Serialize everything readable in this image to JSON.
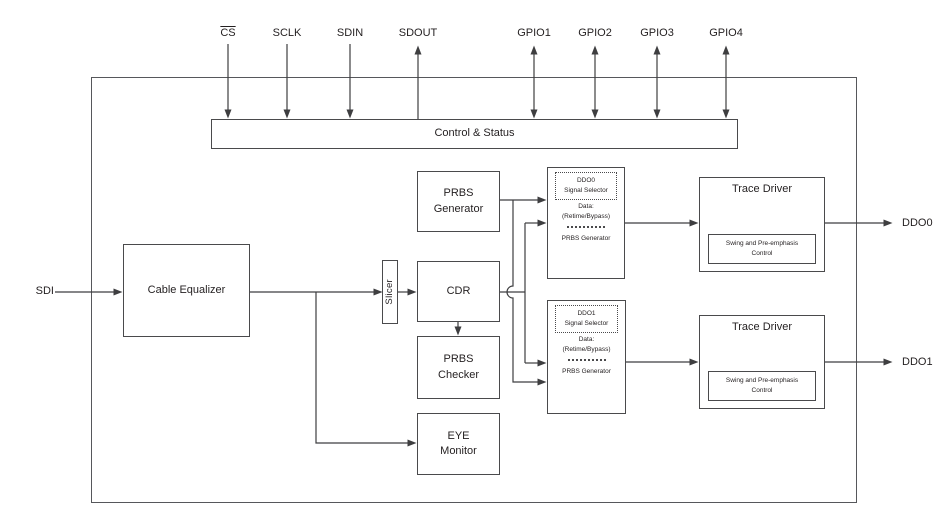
{
  "pins": [
    {
      "label": "CS",
      "direction": "input"
    },
    {
      "label": "SCLK",
      "direction": "input"
    },
    {
      "label": "SDIN",
      "direction": "input"
    },
    {
      "label": "SDOUT",
      "direction": "output"
    },
    {
      "label": "GPIO1",
      "direction": "bidirectional"
    },
    {
      "label": "GPIO2",
      "direction": "bidirectional"
    },
    {
      "label": "GPIO3",
      "direction": "bidirectional"
    },
    {
      "label": "GPIO4",
      "direction": "bidirectional"
    }
  ],
  "ports": {
    "sdi": "SDI",
    "ddo0": "DDO0",
    "ddo1": "DDO1"
  },
  "blocks": {
    "control_status": {
      "label": "Control & Status"
    },
    "cable_equalizer": {
      "label": "Cable Equalizer"
    },
    "slicer": {
      "label": "Slicer"
    },
    "cdr": {
      "label": "CDR"
    },
    "prbs_generator": {
      "line1": "PRBS",
      "line2": "Generator"
    },
    "prbs_checker": {
      "line1": "PRBS",
      "line2": "Checker"
    },
    "eye_monitor": {
      "line1": "EYE",
      "line2": "Monitor"
    },
    "ddo0_selector": {
      "title_line1": "DDO0",
      "title_line2": "Signal Selector",
      "input1_line1": "Data:",
      "input1_line2": "(Retime/Bypass)",
      "input2": "PRBS Generator"
    },
    "ddo1_selector": {
      "title_line1": "DDO1",
      "title_line2": "Signal Selector",
      "input1_line1": "Data:",
      "input1_line2": "(Retime/Bypass)",
      "input2": "PRBS Generator"
    },
    "trace_driver0": {
      "label": "Trace Driver",
      "sub_line1": "Swing and Pre-emphasis",
      "sub_line2": "Control"
    },
    "trace_driver1": {
      "label": "Trace Driver",
      "sub_line1": "Swing and Pre-emphasis",
      "sub_line2": "Control"
    }
  },
  "colors": {
    "line": "#3e3e40",
    "text": "#231f20",
    "box_border": "#4a4a4c",
    "outer_border": "#56575b"
  }
}
